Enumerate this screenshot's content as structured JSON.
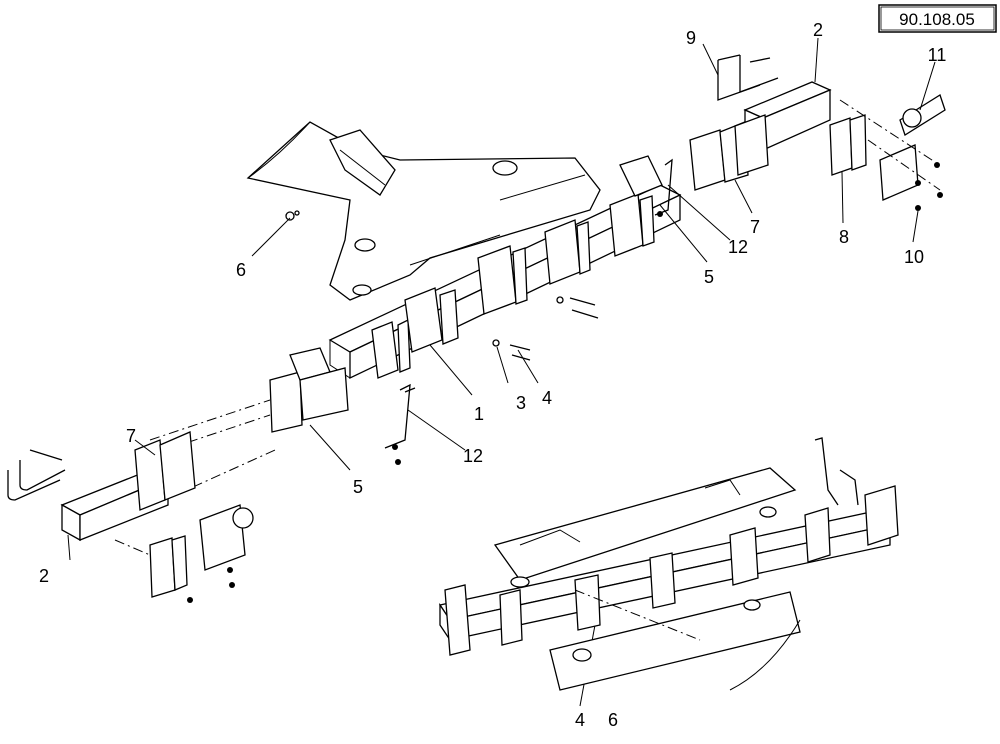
{
  "reference_box": "90.108.05",
  "callouts": {
    "c1": "1",
    "c2a": "2",
    "c2b": "2",
    "c3": "3",
    "c4a": "4",
    "c4b": "4",
    "c5a": "5",
    "c5b": "5",
    "c6a": "6",
    "c6b": "6",
    "c7a": "7",
    "c7b": "7",
    "c8": "8",
    "c9": "9",
    "c10": "10",
    "c11": "11",
    "c12a": "12",
    "c12b": "12"
  }
}
